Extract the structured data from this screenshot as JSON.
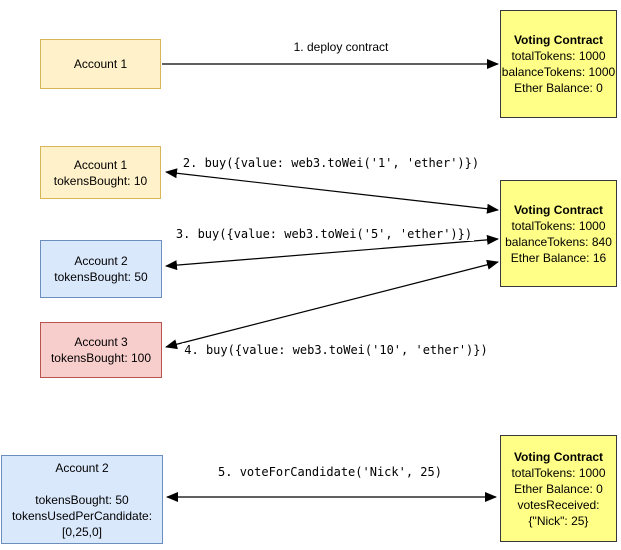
{
  "colors": {
    "account_tan_fill": "#fff1c9",
    "account_tan_border": "#d6b656",
    "account_blue_fill": "#dae8fc",
    "account_blue_border": "#6c8ebf",
    "account_red_fill": "#f8cecc",
    "account_red_border": "#b85450",
    "contract_fill": "#ffff88",
    "contract_border": "#36393d",
    "arrow_color": "#000000"
  },
  "nodes": {
    "account1_deploy": {
      "title": "Account 1"
    },
    "contract_step1": {
      "title": "Voting Contract",
      "line1": "totalTokens: 1000",
      "line2": "balanceTokens: 1000",
      "line3": "Ether Balance: 0"
    },
    "account1_buy": {
      "title": "Account 1",
      "line1": "tokensBought: 10"
    },
    "account2_buy": {
      "title": "Account 2",
      "line1": "tokensBought: 50"
    },
    "account3_buy": {
      "title": "Account 3",
      "line1": "tokensBought: 100"
    },
    "contract_step4": {
      "title": "Voting Contract",
      "line1": "totalTokens: 1000",
      "line2": "balanceTokens: 840",
      "line3": "Ether Balance: 16"
    },
    "account2_vote": {
      "title": "Account 2",
      "line1": "tokensBought: 50",
      "line2": "tokensUsedPerCandidate:",
      "line3": "[0,25,0]"
    },
    "contract_step5": {
      "title": "Voting Contract",
      "line1": "totalTokens: 1000",
      "line2": "Ether Balance: 0",
      "line3": "votesReceived:",
      "line4": "{\"Nick\": 25}"
    }
  },
  "edges": {
    "deploy": {
      "label": "1. deploy contract"
    },
    "buy1": {
      "label": "2. buy({value: web3.toWei('1', 'ether')})"
    },
    "buy5": {
      "label": "3. buy({value: web3.toWei('5', 'ether')})"
    },
    "buy10": {
      "label": "4. buy({value: web3.toWei('10', 'ether')})"
    },
    "vote": {
      "label": "5. voteForCandidate('Nick', 25)"
    }
  }
}
